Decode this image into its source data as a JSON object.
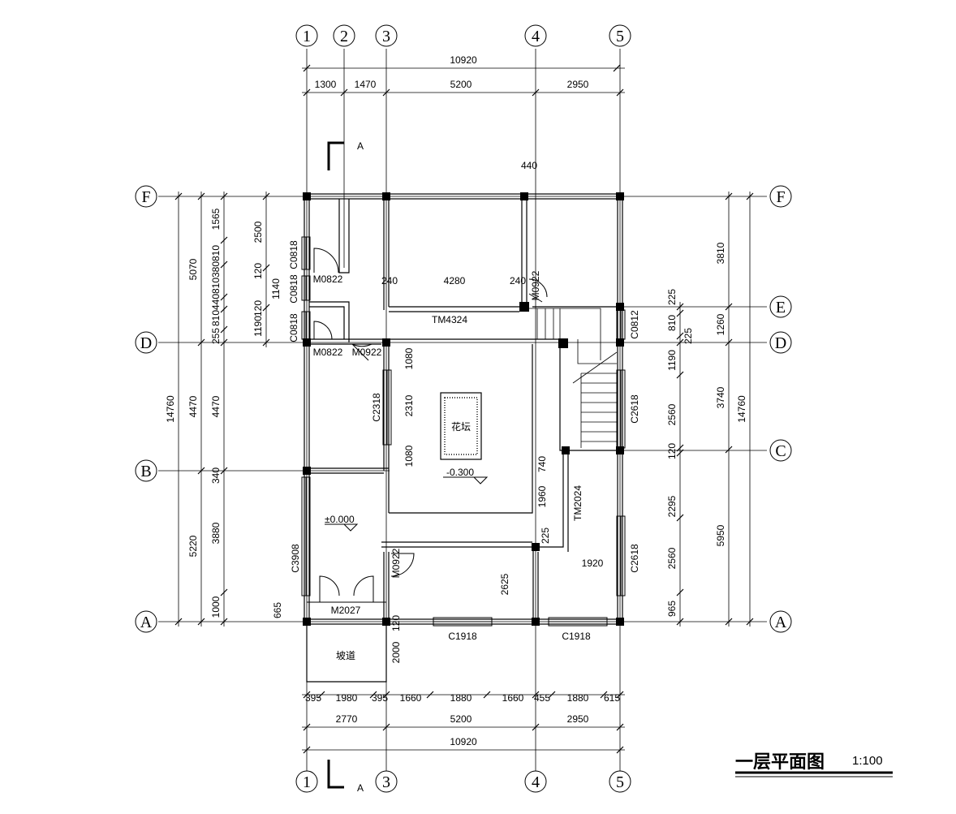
{
  "title": "一层平面图",
  "scale": "1:100",
  "section_mark": "A",
  "axes_vertical": [
    "1",
    "2",
    "3",
    "4",
    "5"
  ],
  "axes_horizontal": [
    "F",
    "E",
    "D",
    "C",
    "B",
    "A"
  ],
  "dims_top_total": "10920",
  "dims_top": [
    "1300",
    "1470",
    "5200",
    "2950"
  ],
  "dims_bottom_total": "10920",
  "dims_bottom_mid": [
    "2770",
    "5200",
    "2950"
  ],
  "dims_bottom_detail": [
    "395",
    "1980",
    "395",
    "1660",
    "1880",
    "1660",
    "455",
    "1880",
    "615"
  ],
  "dims_left_total": "14760",
  "dims_left_2": [
    "5070",
    "4470",
    "5220"
  ],
  "dims_left_3": [
    "4470",
    "3880",
    "1000"
  ],
  "dims_left_4": [
    "2500",
    "1140",
    "1190"
  ],
  "dims_left_5": [
    "1565",
    "810",
    "380",
    "810",
    "440",
    "810",
    "255",
    "120",
    "120",
    "340"
  ],
  "dims_right_total": "14760",
  "dims_right_1": [
    "3810",
    "1260",
    "3740",
    "5950"
  ],
  "dims_right_2": [
    "225",
    "810",
    "225",
    "1190",
    "2560",
    "120",
    "2295",
    "2560",
    "965"
  ],
  "dims_inner": [
    "440",
    "240",
    "4280",
    "240",
    "1080",
    "2310",
    "1080",
    "740",
    "1960",
    "225",
    "1920",
    "2625",
    "2000",
    "665",
    "120"
  ],
  "windows": [
    "C0818",
    "C0818",
    "C0818",
    "C0812",
    "C2318",
    "C2618",
    "C2618",
    "C3908",
    "C1918",
    "C1918"
  ],
  "doors": [
    "M0822",
    "M0822",
    "M0922",
    "M0922",
    "M0922",
    "M2027"
  ],
  "openings": [
    "TM4324",
    "TM2024"
  ],
  "elevations": [
    "-0.300",
    "±0.000"
  ],
  "rooms": [
    "花坛",
    "坡道"
  ]
}
